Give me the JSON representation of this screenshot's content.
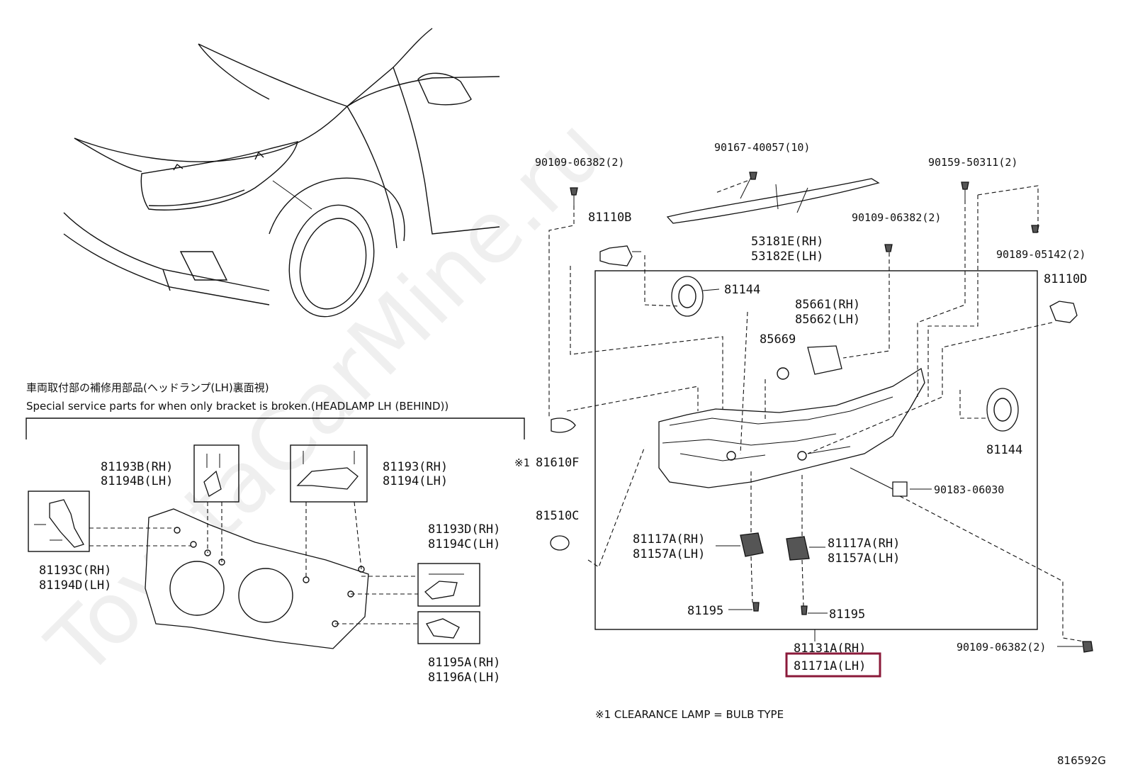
{
  "watermark": "ToyotaCarMine.ru",
  "inset": {
    "title_jp": "車両取付部の補修用部品(ヘッドランプ(LH)裏面視)",
    "title_en": "Special service parts for when only bracket is broken.(HEADLAMP LH (BEHIND))",
    "labels": {
      "p81193b": "81193B(RH)",
      "p81194b": "81194B(LH)",
      "p81193": "81193(RH)",
      "p81194": "81194(LH)",
      "p81193c": "81193C(RH)",
      "p81194d": "81194D(LH)",
      "p81193d": "81193D(RH)",
      "p81194c": "81194C(LH)",
      "p81195a": "81195A(RH)",
      "p81196a": "81196A(LH)"
    }
  },
  "main": {
    "labels": {
      "p90109_top": "90109-06382(2)",
      "p90167": "90167-40057(10)",
      "p90159": "90159-50311(2)",
      "p81110b": "81110B",
      "p53181e": "53181E(RH)",
      "p53182e": "53182E(LH)",
      "p90109_mid": "90109-06382(2)",
      "p90189": "90189-05142(2)",
      "p81144_top": "81144",
      "p81110d": "81110D",
      "p85661": "85661(RH)",
      "p85662": "85662(LH)",
      "p85669": "85669",
      "p81610f_mark": "※1",
      "p81610f": "81610F",
      "p81144_right": "81144",
      "p90183": "90183-06030",
      "p81510c": "81510C",
      "p81117a_l": "81117A(RH)",
      "p81157a_l": "81157A(LH)",
      "p81117a_r": "81117A(RH)",
      "p81157a_r": "81157A(LH)",
      "p81195_l": "81195",
      "p81195_r": "81195",
      "p81131a": "81131A(RH)",
      "p81171a": "81171A(LH)",
      "p90109_bot": "90109-06382(2)"
    },
    "highlight_part": "81171A(LH)",
    "highlight_color": "#8b1a3a"
  },
  "footnote": "※1 CLEARANCE LAMP = BULB TYPE",
  "figure_code": "816592G"
}
